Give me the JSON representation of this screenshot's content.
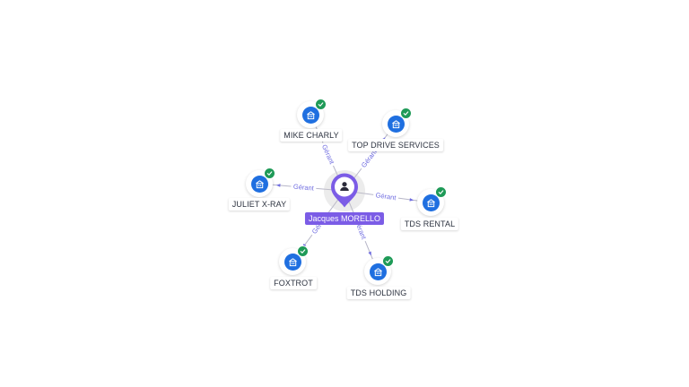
{
  "center": {
    "name": "Jacques MORELLO",
    "icon": "person-icon"
  },
  "relation_label": "Gérant",
  "companies": [
    {
      "name": "MIKE CHARLY",
      "icon": "building-icon",
      "status": "verified"
    },
    {
      "name": "TOP DRIVE SERVICES",
      "icon": "building-icon",
      "status": "verified"
    },
    {
      "name": "JULIET X-RAY",
      "icon": "building-icon",
      "status": "verified"
    },
    {
      "name": "TDS RENTAL",
      "icon": "building-icon",
      "status": "verified"
    },
    {
      "name": "FOXTROT",
      "icon": "building-icon",
      "status": "verified"
    },
    {
      "name": "TDS HOLDING",
      "icon": "building-icon",
      "status": "verified"
    }
  ],
  "colors": {
    "person": "#7b5ce6",
    "company": "#1f6fe0",
    "verified": "#1e9a57",
    "edge_label": "#6f6ce0"
  }
}
